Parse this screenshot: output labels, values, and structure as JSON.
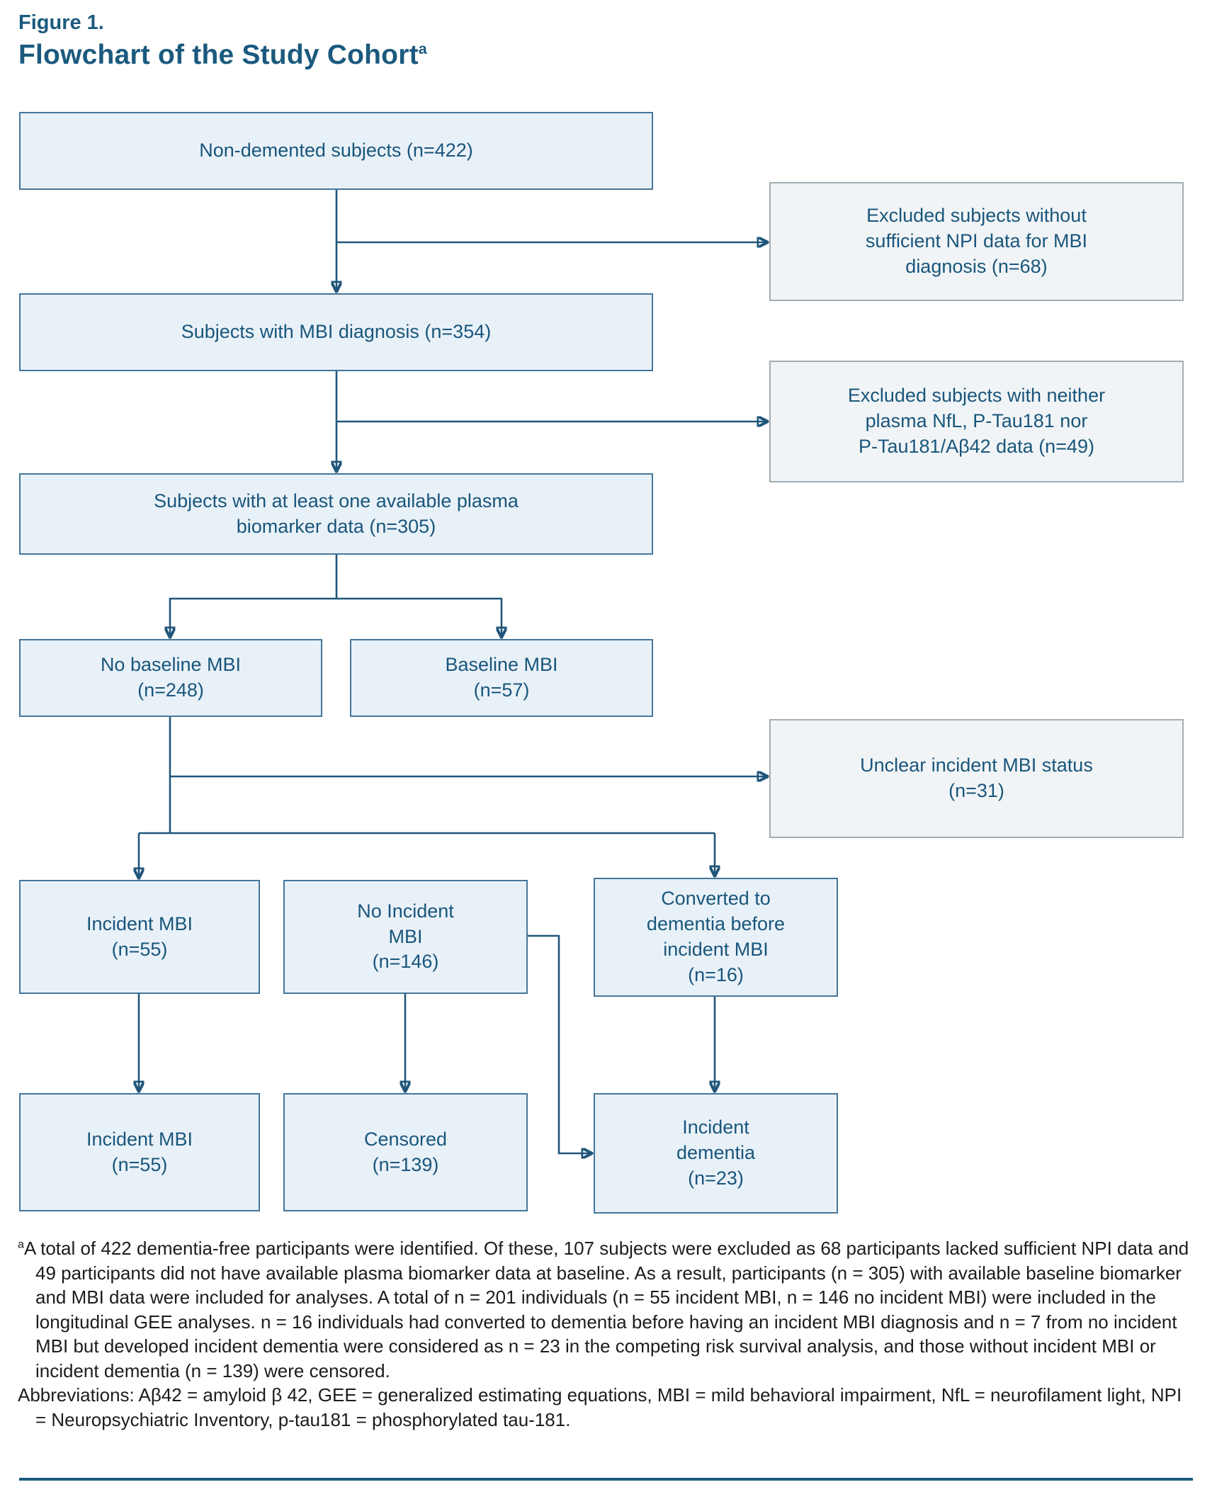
{
  "figure": {
    "label": "Figure 1.",
    "title": "Flowchart of the Study Cohort",
    "title_marker": "a"
  },
  "flowchart": {
    "non_demented": "Non-demented subjects (n=422)",
    "excluded_npi": "Excluded subjects without\nsufficient NPI data for MBI\ndiagnosis (n=68)",
    "mbi_diagnosis": "Subjects with MBI diagnosis (n=354)",
    "excluded_plasma": "Excluded subjects with neither\nplasma NfL, P-Tau181 nor\nP-Tau181/Aβ42 data (n=49)",
    "plasma_biomarker": "Subjects with at least one available plasma\nbiomarker data (n=305)",
    "no_baseline_mbi": "No baseline MBI\n(n=248)",
    "baseline_mbi": "Baseline MBI\n(n=57)",
    "unclear_mbi": "Unclear incident MBI status\n(n=31)",
    "incident_mbi_top": "Incident MBI\n(n=55)",
    "no_incident_mbi": "No Incident\nMBI\n(n=146)",
    "converted_dementia": "Converted to\ndementia before\nincident MBI\n(n=16)",
    "incident_mbi_bottom": "Incident MBI\n(n=55)",
    "censored": "Censored\n(n=139)",
    "incident_dementia": "Incident\ndementia\n(n=23)"
  },
  "footnote": {
    "marker": "a",
    "text": "A total of 422 dementia-free participants were identified. Of these, 107 subjects were excluded as 68 participants lacked sufficient NPI data and 49 participants did not have available plasma biomarker data at baseline. As a result, participants (n = 305) with available baseline biomarker and MBI data were included for analyses. A total of n = 201 individuals (n = 55 incident MBI, n = 146 no incident MBI) were included in the longitudinal GEE analyses. n = 16 individuals had converted to dementia before having an incident MBI diagnosis and n = 7 from no incident MBI but developed incident dementia were considered as n = 23 in the competing risk survival analysis, and those without incident MBI or incident dementia (n = 139) were censored.",
    "abbreviations": "Abbreviations: Aβ42 = amyloid β 42, GEE = generalized estimating equations, MBI = mild behavioral impairment, NfL = neurofilament light, NPI = Neuropsychiatric Inventory, p-tau181 = phosphorylated tau-181."
  },
  "colors": {
    "accent_blue": "#1b5a7e",
    "box_fill": "#e9f1f8",
    "box_border": "#44769a",
    "excluded_fill": "#f1f4f6",
    "excluded_border": "#a3adb3",
    "arrow": "#20567a"
  }
}
